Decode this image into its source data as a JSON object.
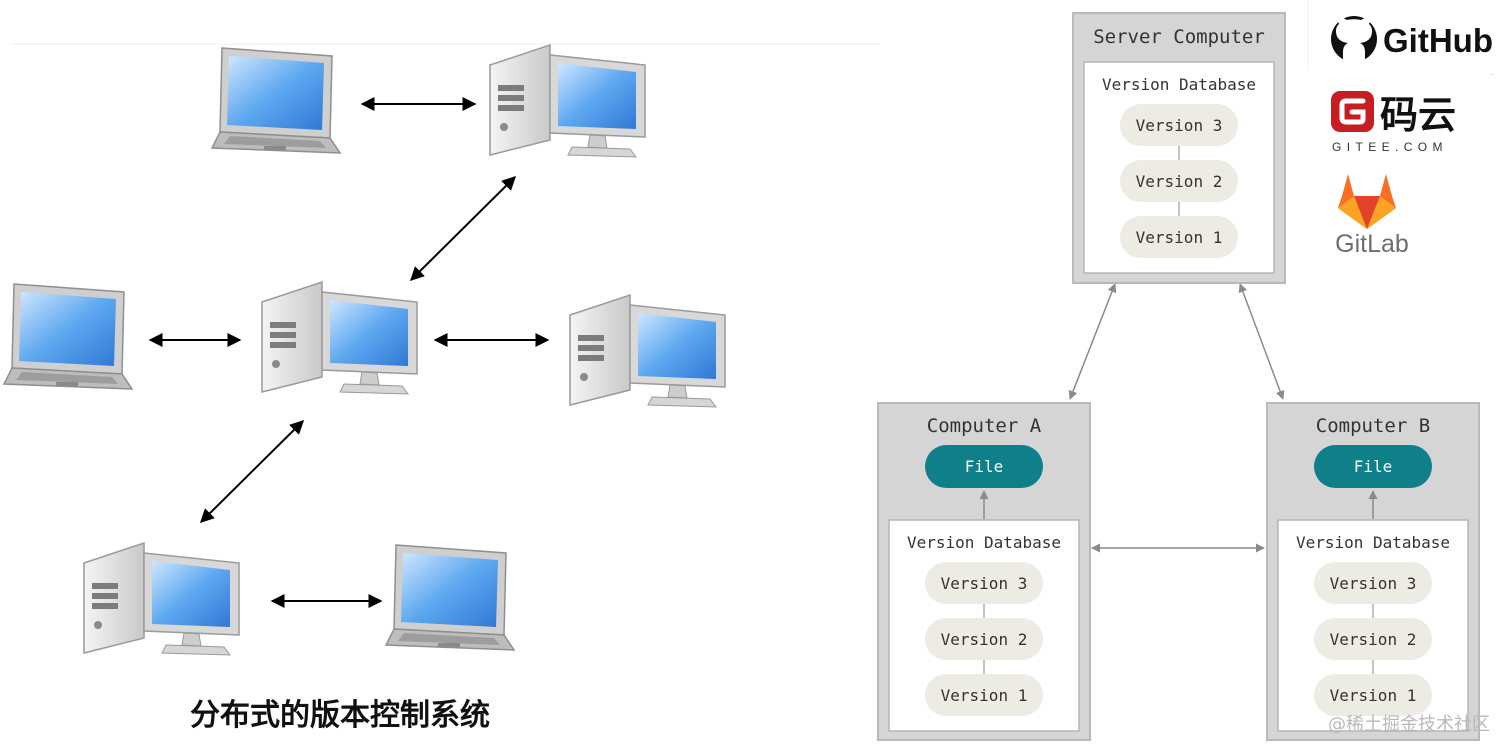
{
  "caption": "分布式的版本控制系统",
  "watermark": "@稀土掘金技术社区",
  "server": {
    "title": "Server Computer",
    "db_title": "Version Database",
    "versions": [
      "Version 3",
      "Version 2",
      "Version 1"
    ]
  },
  "computer_a": {
    "title": "Computer A",
    "file": "File",
    "db_title": "Version Database",
    "versions": [
      "Version 3",
      "Version 2",
      "Version 1"
    ]
  },
  "computer_b": {
    "title": "Computer B",
    "file": "File",
    "db_title": "Version Database",
    "versions": [
      "Version 3",
      "Version 2",
      "Version 1"
    ]
  },
  "logos": {
    "github": "GitHub",
    "gitee_cn": "码云",
    "gitee_sub": "GITEE.COM",
    "gitlab": "GitLab"
  },
  "colors": {
    "file_pill": "#0f808a",
    "version_pill": "#ecebe4",
    "box_fill": "#d5d5d5",
    "gitee_red": "#c71d23",
    "gitlab_orange": "#fc6d26"
  }
}
